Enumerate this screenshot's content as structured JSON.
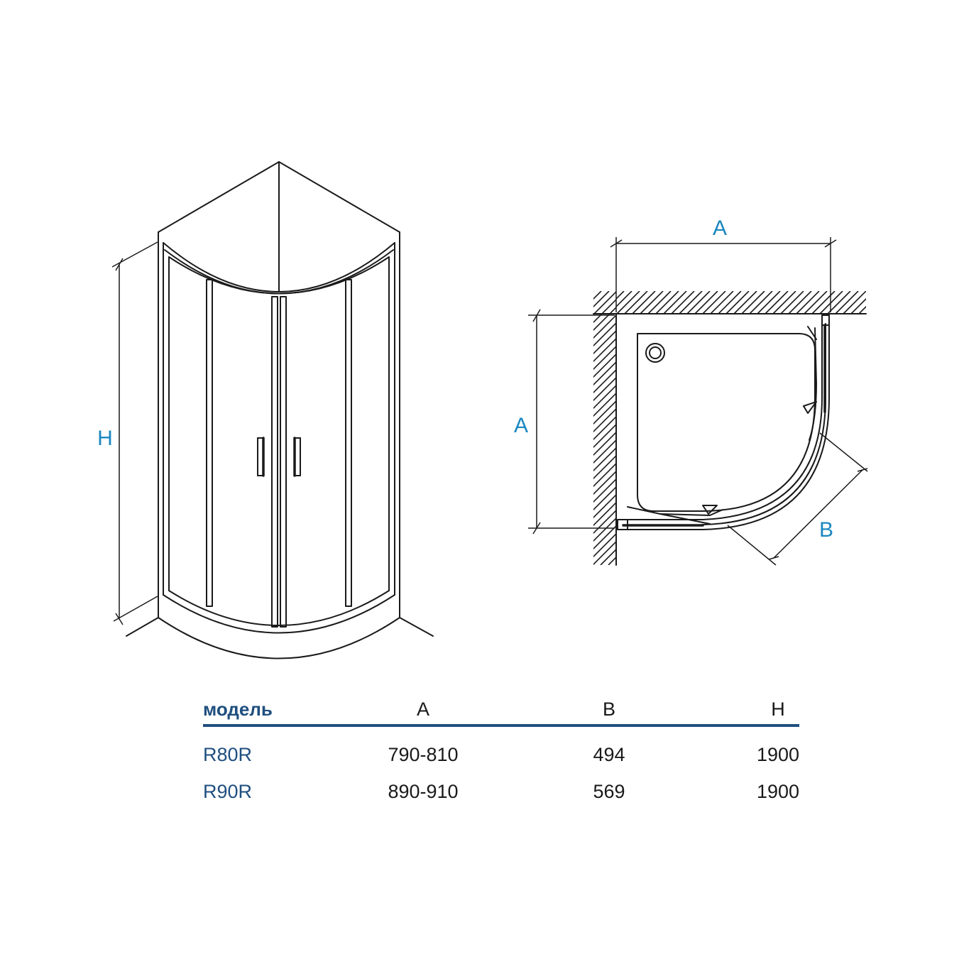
{
  "diagram": {
    "elevation_labels": {
      "height": "H"
    },
    "plan_labels": {
      "width_left": "A",
      "width_top": "A",
      "diagonal": "B"
    }
  },
  "table": {
    "headers": {
      "model": "модель",
      "a": "A",
      "b": "B",
      "h": "H"
    },
    "rows": [
      {
        "model": "R80R",
        "a": "790-810",
        "b": "494",
        "h": "1900"
      },
      {
        "model": "R90R",
        "a": "890-910",
        "b": "569",
        "h": "1900"
      }
    ]
  },
  "colors": {
    "dimension_label": "#1a87c0",
    "table_header": "#1f4f7f",
    "line": "#1a1a1a"
  }
}
